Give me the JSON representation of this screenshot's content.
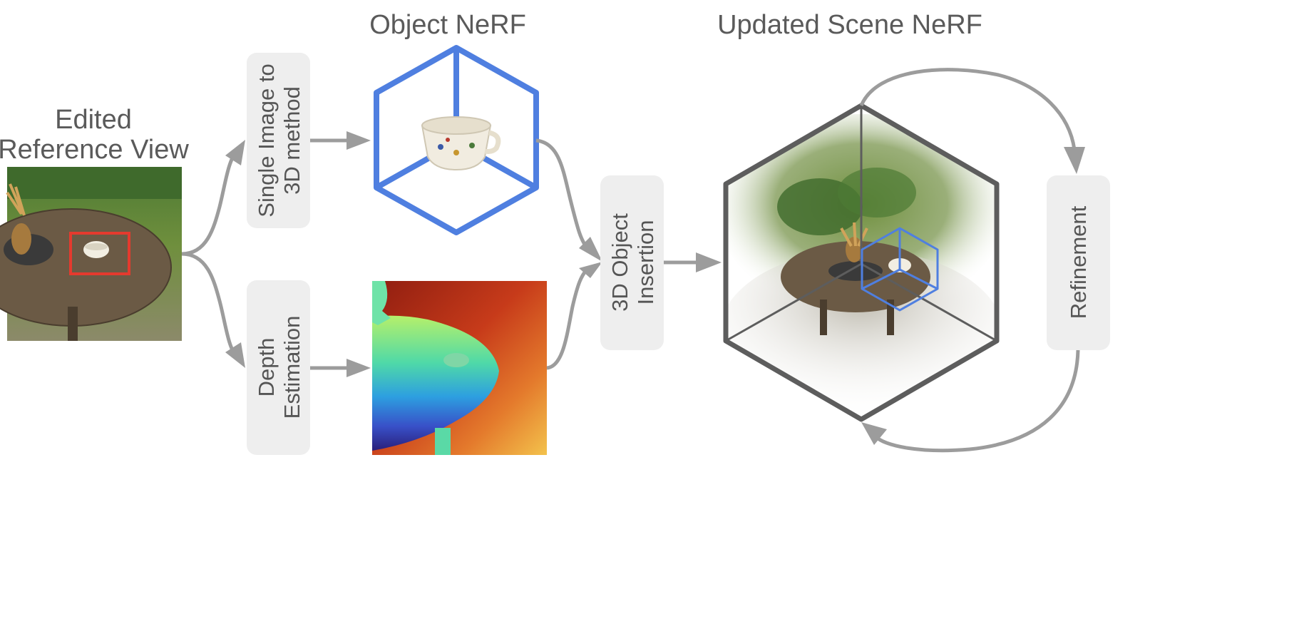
{
  "titles": {
    "edited_reference": [
      "Edited",
      "Reference View"
    ],
    "object_nerf": "Object NeRF",
    "updated_scene": "Updated Scene NeRF"
  },
  "steps": {
    "single_image": [
      "Single Image to",
      "3D method"
    ],
    "depth": [
      "Depth",
      "Estimation"
    ],
    "insertion": [
      "3D Object",
      "Insertion"
    ],
    "refinement": "Refinement"
  },
  "colors": {
    "cube_blue": "#4f7fe0",
    "selection_red": "#e53a2e",
    "arrow_gray": "#9c9c9c",
    "frame_gray": "#5d5d5d"
  }
}
